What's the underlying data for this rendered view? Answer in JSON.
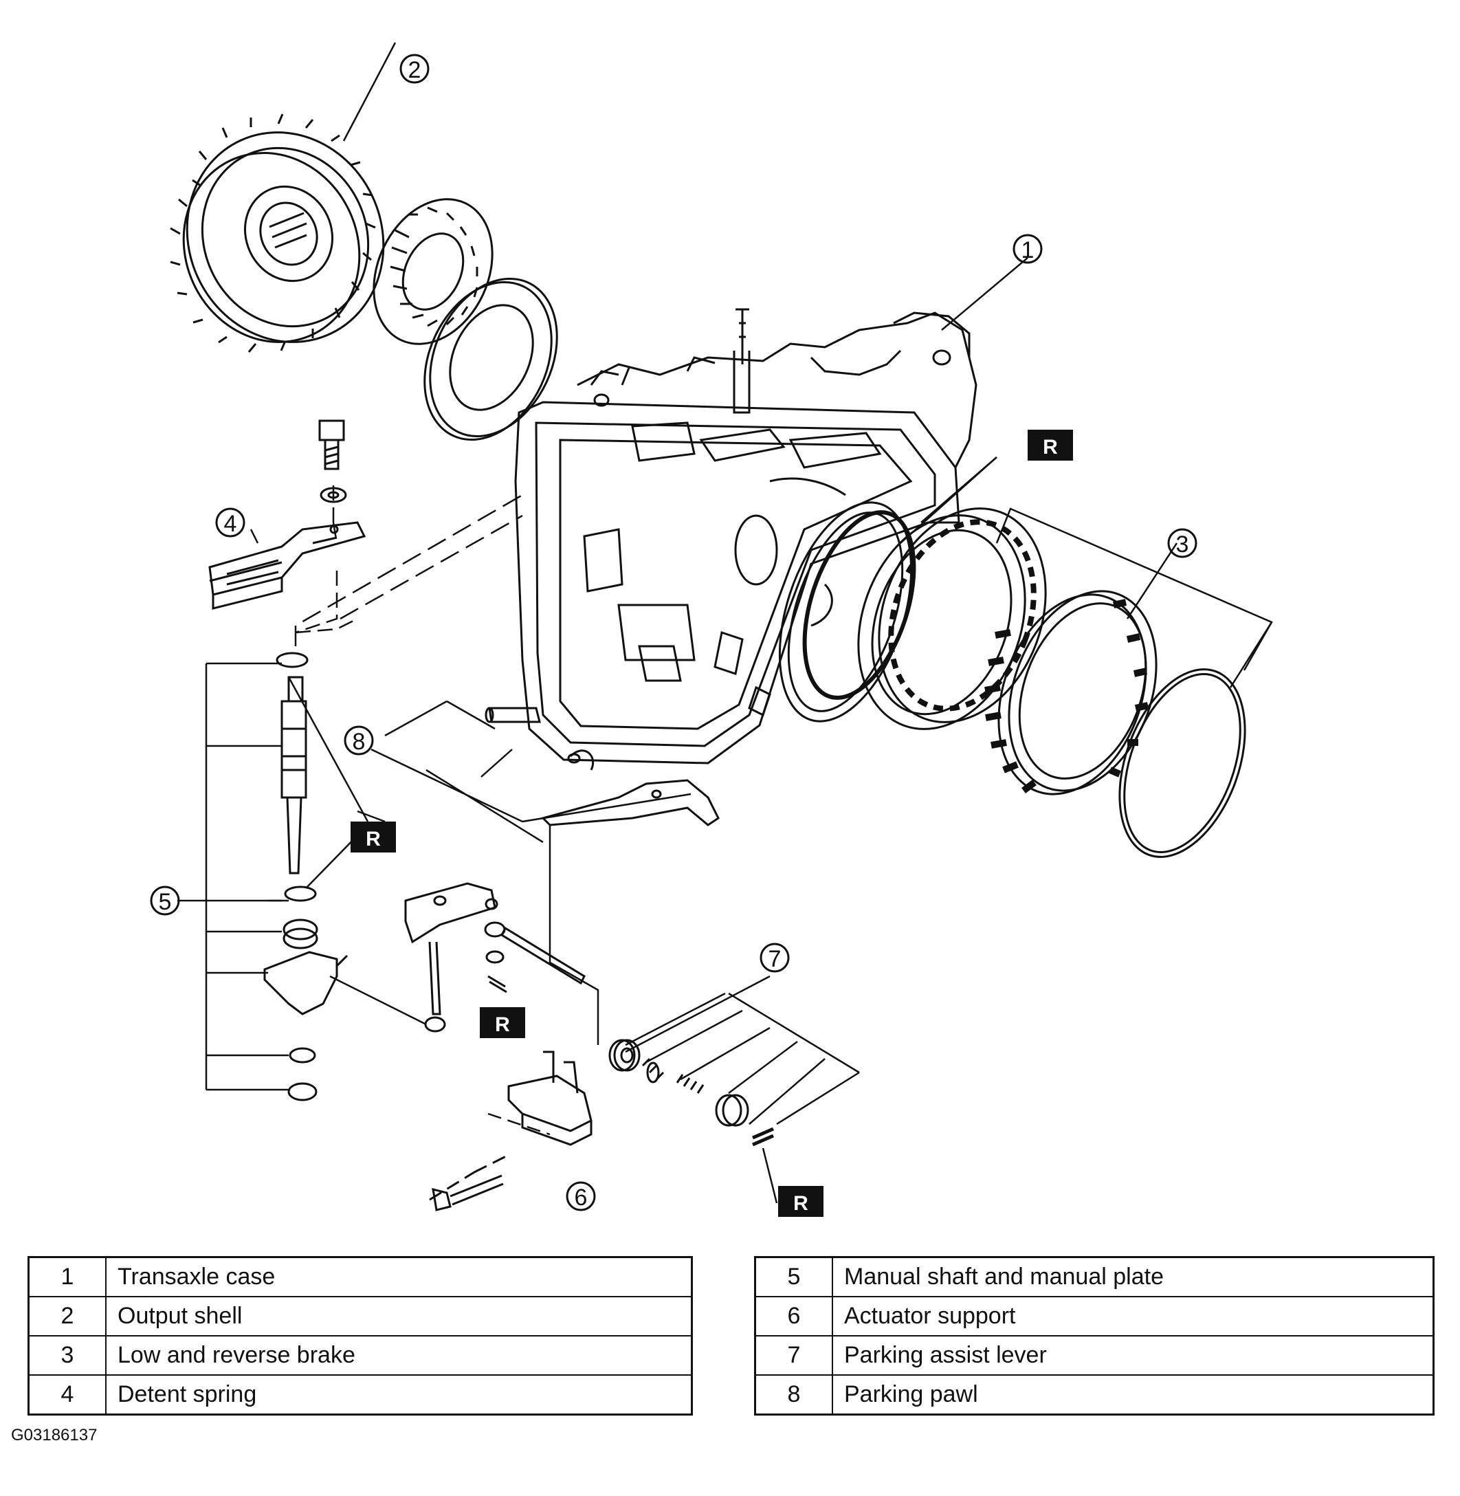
{
  "diagram": {
    "callouts": [
      "1",
      "2",
      "3",
      "4",
      "5",
      "6",
      "7",
      "8"
    ],
    "replace_badge": "R"
  },
  "legend": {
    "left": [
      {
        "num": "1",
        "label": "Transaxle case"
      },
      {
        "num": "2",
        "label": "Output shell"
      },
      {
        "num": "3",
        "label": "Low and reverse brake"
      },
      {
        "num": "4",
        "label": "Detent spring"
      }
    ],
    "right": [
      {
        "num": "5",
        "label": "Manual shaft and manual plate"
      },
      {
        "num": "6",
        "label": "Actuator support"
      },
      {
        "num": "7",
        "label": "Parking assist lever"
      },
      {
        "num": "8",
        "label": "Parking pawl"
      }
    ]
  },
  "figure_id": "G03186137"
}
